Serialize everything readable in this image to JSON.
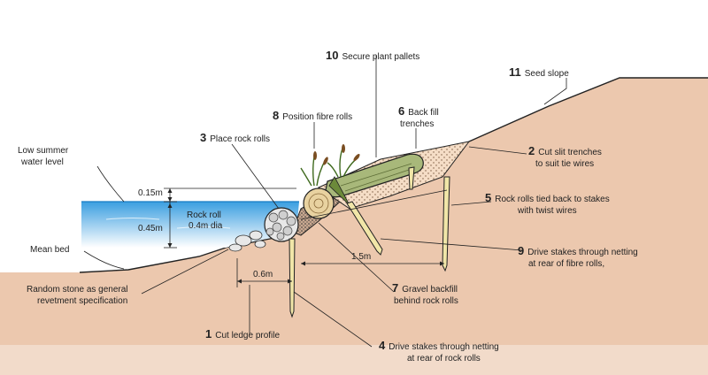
{
  "labels": {
    "step10": {
      "num": "10",
      "text": "Secure plant pallets"
    },
    "step11": {
      "num": "11",
      "text": "Seed slope"
    },
    "step6": {
      "num": "6",
      "line1": "Back fill",
      "line2": "trenches"
    },
    "step8": {
      "num": "8",
      "text": "Position fibre rolls"
    },
    "step3": {
      "num": "3",
      "text": "Place rock rolls"
    },
    "step2": {
      "num": "2",
      "line1": "Cut slit trenches",
      "line2": "to suit tie wires"
    },
    "step5": {
      "num": "5",
      "line1": "Rock rolls tied back to stakes",
      "line2": "with twist wires"
    },
    "step9": {
      "num": "9",
      "line1": "Drive stakes through netting",
      "line2": "at rear of fibre rolls,"
    },
    "step7": {
      "num": "7",
      "line1": "Gravel backfill",
      "line2": "behind rock rolls"
    },
    "step1": {
      "num": "1",
      "text": "Cut ledge profile"
    },
    "step4": {
      "num": "4",
      "line1": "Drive stakes through netting",
      "line2": "at rear of rock rolls"
    },
    "low_summer": {
      "line1": "Low summer",
      "line2": "water level"
    },
    "mean_bed": "Mean bed",
    "random_stone": {
      "line1": "Random stone as general",
      "line2": "revetment specification"
    },
    "rock_roll": {
      "line1": "Rock roll",
      "line2": "0.4m dia"
    }
  },
  "dimensions": {
    "d015": "0.15m",
    "d045": "0.45m",
    "d06": "0.6m",
    "d15": "1.5m"
  },
  "colors": {
    "soil": "#ecc8ae",
    "water": "#4eaee5",
    "gravel": "#f5ddc6",
    "fibre": "#a8b87a",
    "stake": "#f1e6a8"
  }
}
